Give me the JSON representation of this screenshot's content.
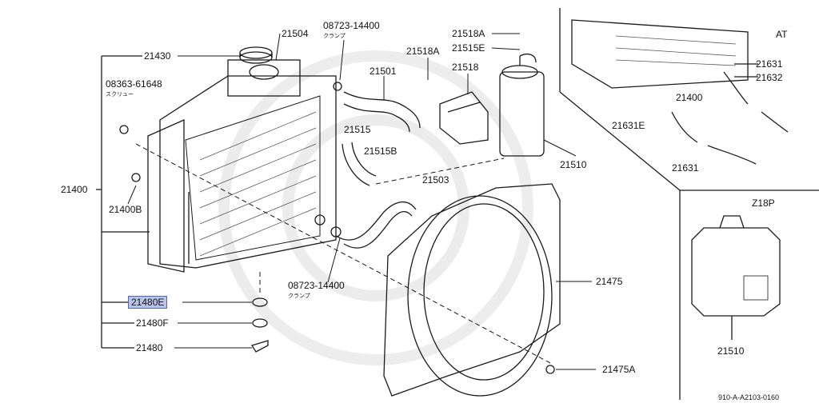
{
  "diagram": {
    "variant_main": "AT",
    "variant_box": "Z18P",
    "reference_code": "910-A-A2103-0160",
    "highlighted_part": "21480E",
    "parts": {
      "p21430": "21430",
      "p21504": "21504",
      "p08723_top": "08723-14400",
      "clamp_top": "クランプ",
      "p21518A": "21518A",
      "p21515E": "21515E",
      "p21518A_2": "21518A",
      "p21518": "21518",
      "p21501": "21501",
      "p08363": "08363-61648",
      "screw": "スクリュー",
      "p21515": "21515",
      "p21515B": "21515B",
      "p21503": "21503",
      "p21400": "21400",
      "p21400B": "21400B",
      "p21510": "21510",
      "p21631": "21631",
      "p21632": "21632",
      "p21400_at": "21400",
      "p21631E": "21631E",
      "p21631_b": "21631",
      "p08723_bot": "08723-14400",
      "clamp_bot": "クランプ",
      "p21475": "21475",
      "p21480E": "21480E",
      "p21480F": "21480F",
      "p21480": "21480",
      "p21475A": "21475A",
      "p21510_box": "21510"
    }
  }
}
